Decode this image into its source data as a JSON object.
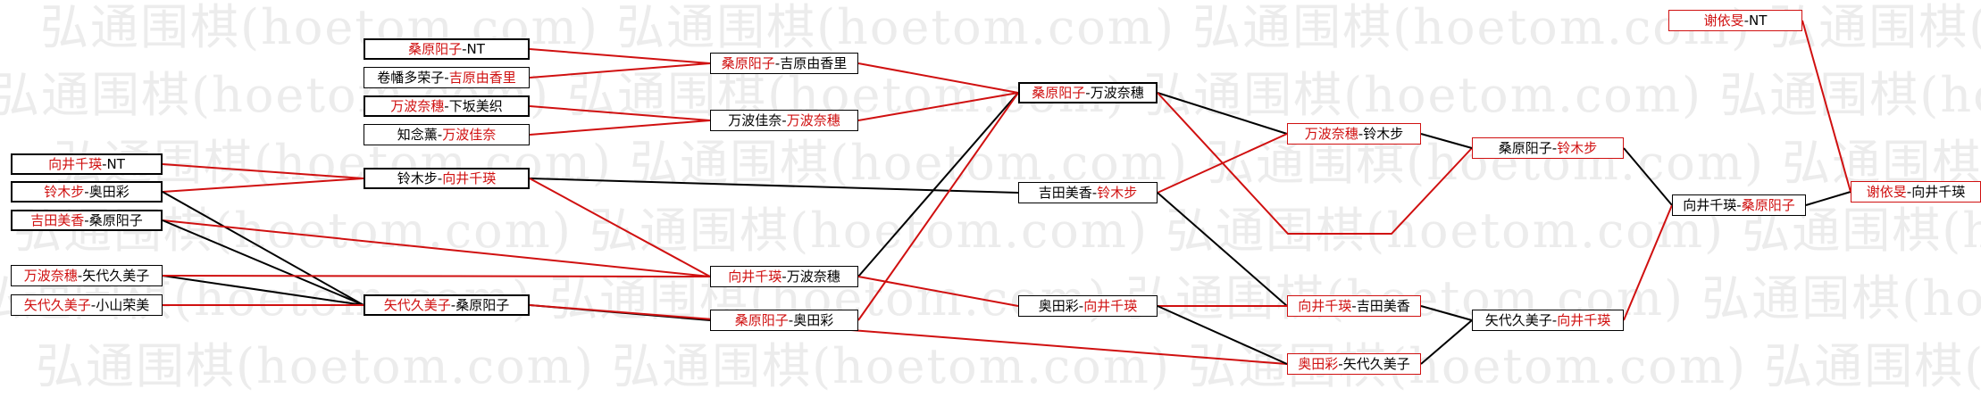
{
  "watermark_text": "弘通围棋(hoetom.com)",
  "colors": {
    "winner": "#d01010",
    "loser": "#000000"
  },
  "bracket": {
    "round1": [
      {
        "id": "r1-1",
        "left": "向井千瑛",
        "right": "NT",
        "winner": "left"
      },
      {
        "id": "r1-2",
        "left": "铃木步",
        "right": "奥田彩",
        "winner": "left"
      },
      {
        "id": "r1-3",
        "left": "吉田美香",
        "right": "桑原阳子",
        "winner": "left"
      },
      {
        "id": "r1-4",
        "left": "万波奈穗",
        "right": "矢代久美子",
        "winner": "left"
      },
      {
        "id": "r1-5",
        "left": "矢代久美子",
        "right": "小山荣美",
        "winner": "left"
      }
    ],
    "round2": [
      {
        "id": "r2-1",
        "left": "桑原阳子",
        "right": "NT",
        "winner": "left"
      },
      {
        "id": "r2-2",
        "left": "卷幡多荣子",
        "right": "吉原由香里",
        "winner": "right"
      },
      {
        "id": "r2-3",
        "left": "万波奈穗",
        "right": "下坂美织",
        "winner": "left"
      },
      {
        "id": "r2-4",
        "left": "知念薰",
        "right": "万波佳奈",
        "winner": "right"
      },
      {
        "id": "r2-5",
        "left": "铃木步",
        "right": "向井千瑛",
        "winner": "right"
      },
      {
        "id": "r2-6",
        "left": "矢代久美子",
        "right": "桑原阳子",
        "winner": "left"
      }
    ],
    "round3": [
      {
        "id": "r3-1",
        "left": "桑原阳子",
        "right": "吉原由香里",
        "winner": "left"
      },
      {
        "id": "r3-2",
        "left": "万波佳奈",
        "right": "万波奈穗",
        "winner": "right"
      },
      {
        "id": "r3-3",
        "left": "向井千瑛",
        "right": "万波奈穗",
        "winner": "left"
      },
      {
        "id": "r3-4",
        "left": "桑原阳子",
        "right": "奥田彩",
        "winner": "left"
      }
    ],
    "round4": [
      {
        "id": "r4-1",
        "left": "桑原阳子",
        "right": "万波奈穗",
        "winner": "left"
      },
      {
        "id": "r4-2",
        "left": "吉田美香",
        "right": "铃木步",
        "winner": "right"
      },
      {
        "id": "r4-3",
        "left": "奥田彩",
        "right": "向井千瑛",
        "winner": "right"
      }
    ],
    "round5": [
      {
        "id": "r5-1",
        "left": "万波奈穗",
        "right": "铃木步",
        "winner": "left"
      },
      {
        "id": "r5-2",
        "left": "向井千瑛",
        "right": "吉田美香",
        "winner": "left"
      },
      {
        "id": "r5-3",
        "left": "奥田彩",
        "right": "矢代久美子",
        "winner": "left"
      }
    ],
    "round6": [
      {
        "id": "r6-1",
        "left": "桑原阳子",
        "right": "铃木步",
        "winner": "right"
      },
      {
        "id": "r6-2",
        "left": "矢代久美子",
        "right": "向井千瑛",
        "winner": "right"
      }
    ],
    "round7": [
      {
        "id": "r7-1",
        "left": "向井千瑛",
        "right": "桑原阳子",
        "winner": "right"
      }
    ],
    "round8": [
      {
        "id": "r8-1",
        "left": "谢依旻",
        "right": "NT",
        "winner": "left"
      },
      {
        "id": "r8-2",
        "left": "谢依旻",
        "right": "向井千瑛",
        "winner": "left"
      }
    ]
  }
}
